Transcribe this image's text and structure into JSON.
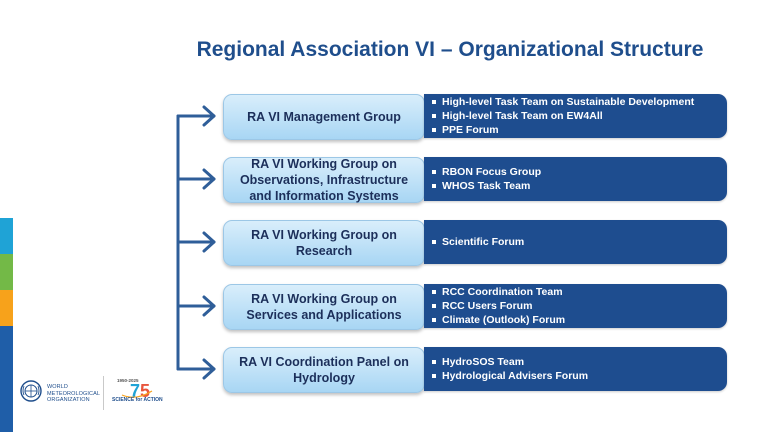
{
  "title": "Regional Association VI – Organizational Structure",
  "groups": [
    {
      "label": "RA VI Management Group",
      "items": [
        "High-level Task Team on Sustainable Development",
        "High-level Task Team on EW4All",
        "PPE Forum"
      ]
    },
    {
      "label": "RA VI Working Group on Observations, Infrastructure and Information Systems",
      "items": [
        "RBON Focus Group",
        "WHOS Task Team"
      ]
    },
    {
      "label": "RA VI Working Group on Research",
      "items": [
        "Scientific Forum"
      ]
    },
    {
      "label": "RA VI Working Group on Services and Applications",
      "items": [
        "RCC Coordination Team",
        "RCC Users Forum",
        "Climate (Outlook) Forum"
      ]
    },
    {
      "label": "RA VI Coordination Panel on Hydrology",
      "items": [
        "HydroSOS Team",
        "Hydrological Advisers Forum"
      ]
    }
  ],
  "footer": {
    "wmo_name": "WORLD\nMETEOROLOGICAL\nORGANIZATION",
    "anniversary_years": "1950-2025",
    "anniversary_tag": "SCIENCE for ACTION"
  },
  "colors": {
    "title": "#1f4e8c",
    "connector": "#2f5e99",
    "detail_box": "#1e4d8f",
    "group_box_light": "#d9eefb",
    "group_box_dark": "#a8d6f4",
    "stripes": [
      "#1fa3d6",
      "#73b947",
      "#f7a21b",
      "#1f5ea8"
    ]
  }
}
